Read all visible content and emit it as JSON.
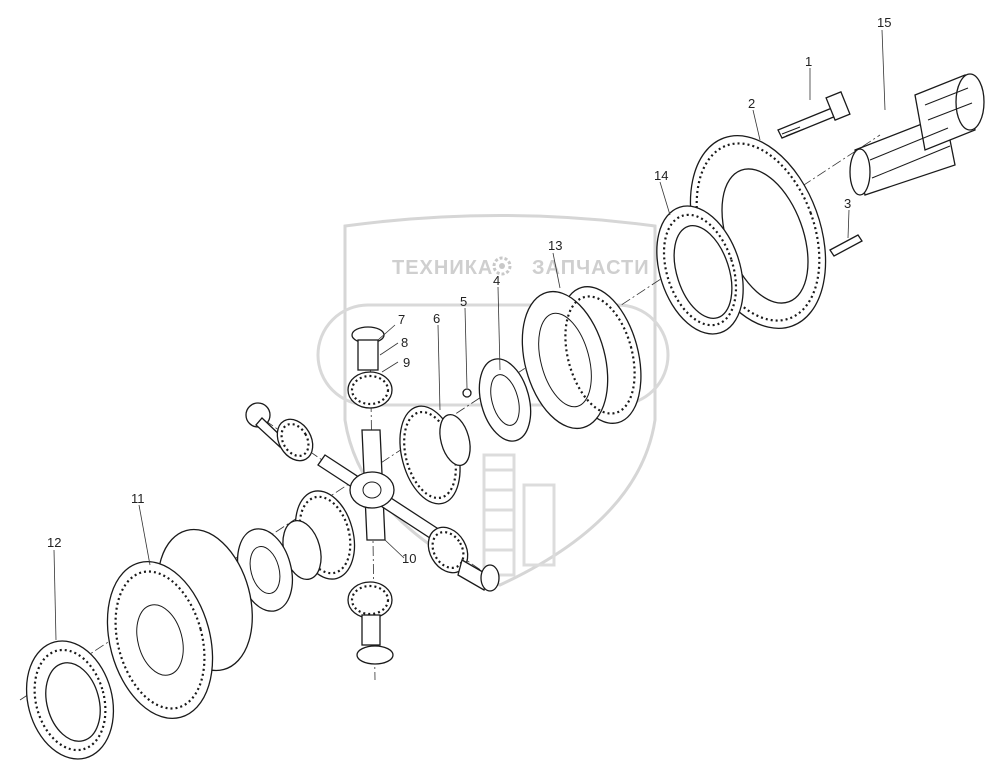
{
  "watermark": {
    "word_left": "ТЕХНИКА",
    "word_right": "ЗАПЧАСТИ",
    "logo_icon": "gear-icon"
  },
  "callouts": {
    "c1": "1",
    "c2": "2",
    "c3": "3",
    "c4": "4",
    "c5": "5",
    "c6": "6",
    "c7": "7",
    "c8": "8",
    "c9": "9",
    "c10": "10",
    "c11": "11",
    "c12": "12",
    "c13": "13",
    "c14": "14",
    "c15": "15"
  },
  "colors": {
    "line": "#1a1a1a",
    "watermark": "#cfcfcf",
    "background": "#ffffff"
  }
}
